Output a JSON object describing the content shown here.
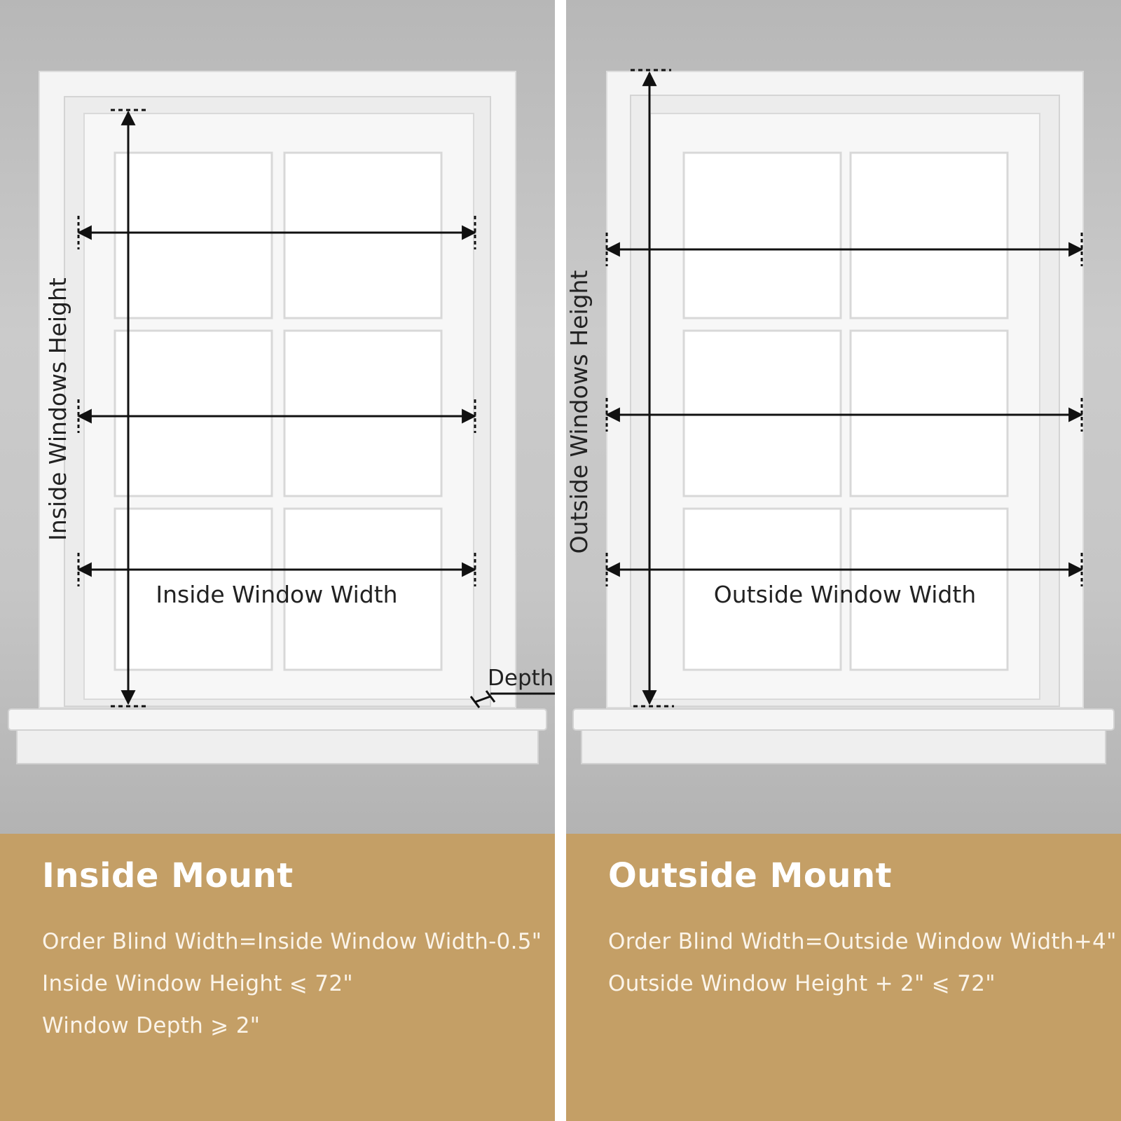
{
  "colors": {
    "wall": "#c4c4c4",
    "trim": "#f6f6f6",
    "glass": "#ffffff",
    "caption_band": "#c49f66",
    "arrow": "#111111",
    "caption_text": "#ffffff"
  },
  "icons": [
    "double-arrow-icon",
    "dotted-tick-icon"
  ],
  "inside": {
    "title": "Inside Mount",
    "height_label": "Inside Windows Height",
    "width_label": "Inside Window Width",
    "depth_label": "Depth",
    "rules": [
      "Order Blind Width=Inside Window Width-0.5\"",
      "Inside Window Height ⩽ 72\"",
      "Window Depth ⩾ 2\""
    ]
  },
  "outside": {
    "title": "Outside Mount",
    "height_label": "Outside Windows Height",
    "width_label": "Outside Window Width",
    "rules": [
      "Order Blind Width=Outside Window Width+4\"",
      "Outside Window Height + 2\" ⩽ 72\""
    ]
  }
}
